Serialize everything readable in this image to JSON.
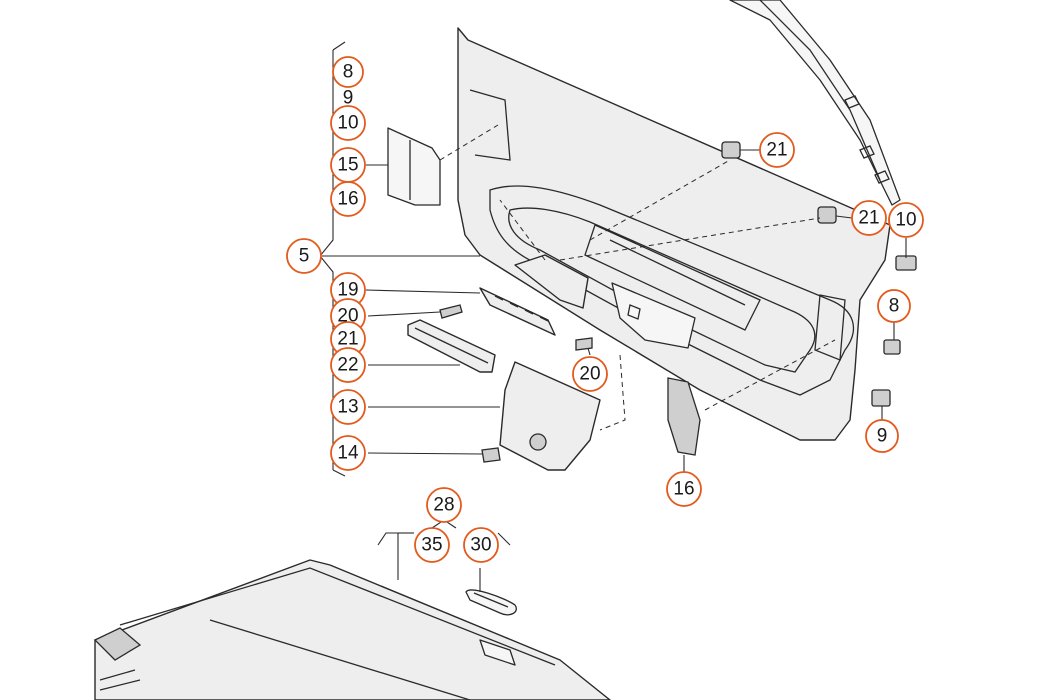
{
  "colors": {
    "callout_ring": "#e25a1c",
    "line": "#2a2a2a",
    "part_fill": "#eeeeee"
  },
  "bracket_labels": {
    "l8": "8",
    "l9": "9",
    "l10": "10",
    "l15": "15",
    "l16": "16",
    "l5": "5",
    "l19": "19",
    "l20": "20",
    "l21": "21",
    "l22": "22",
    "l13": "13",
    "l14": "14"
  },
  "callouts": {
    "c21a": "21",
    "c21b": "21",
    "c10": "10",
    "c8": "8",
    "c9": "9",
    "c20": "20",
    "c16": "16",
    "c28": "28",
    "c35": "35",
    "c30": "30"
  }
}
